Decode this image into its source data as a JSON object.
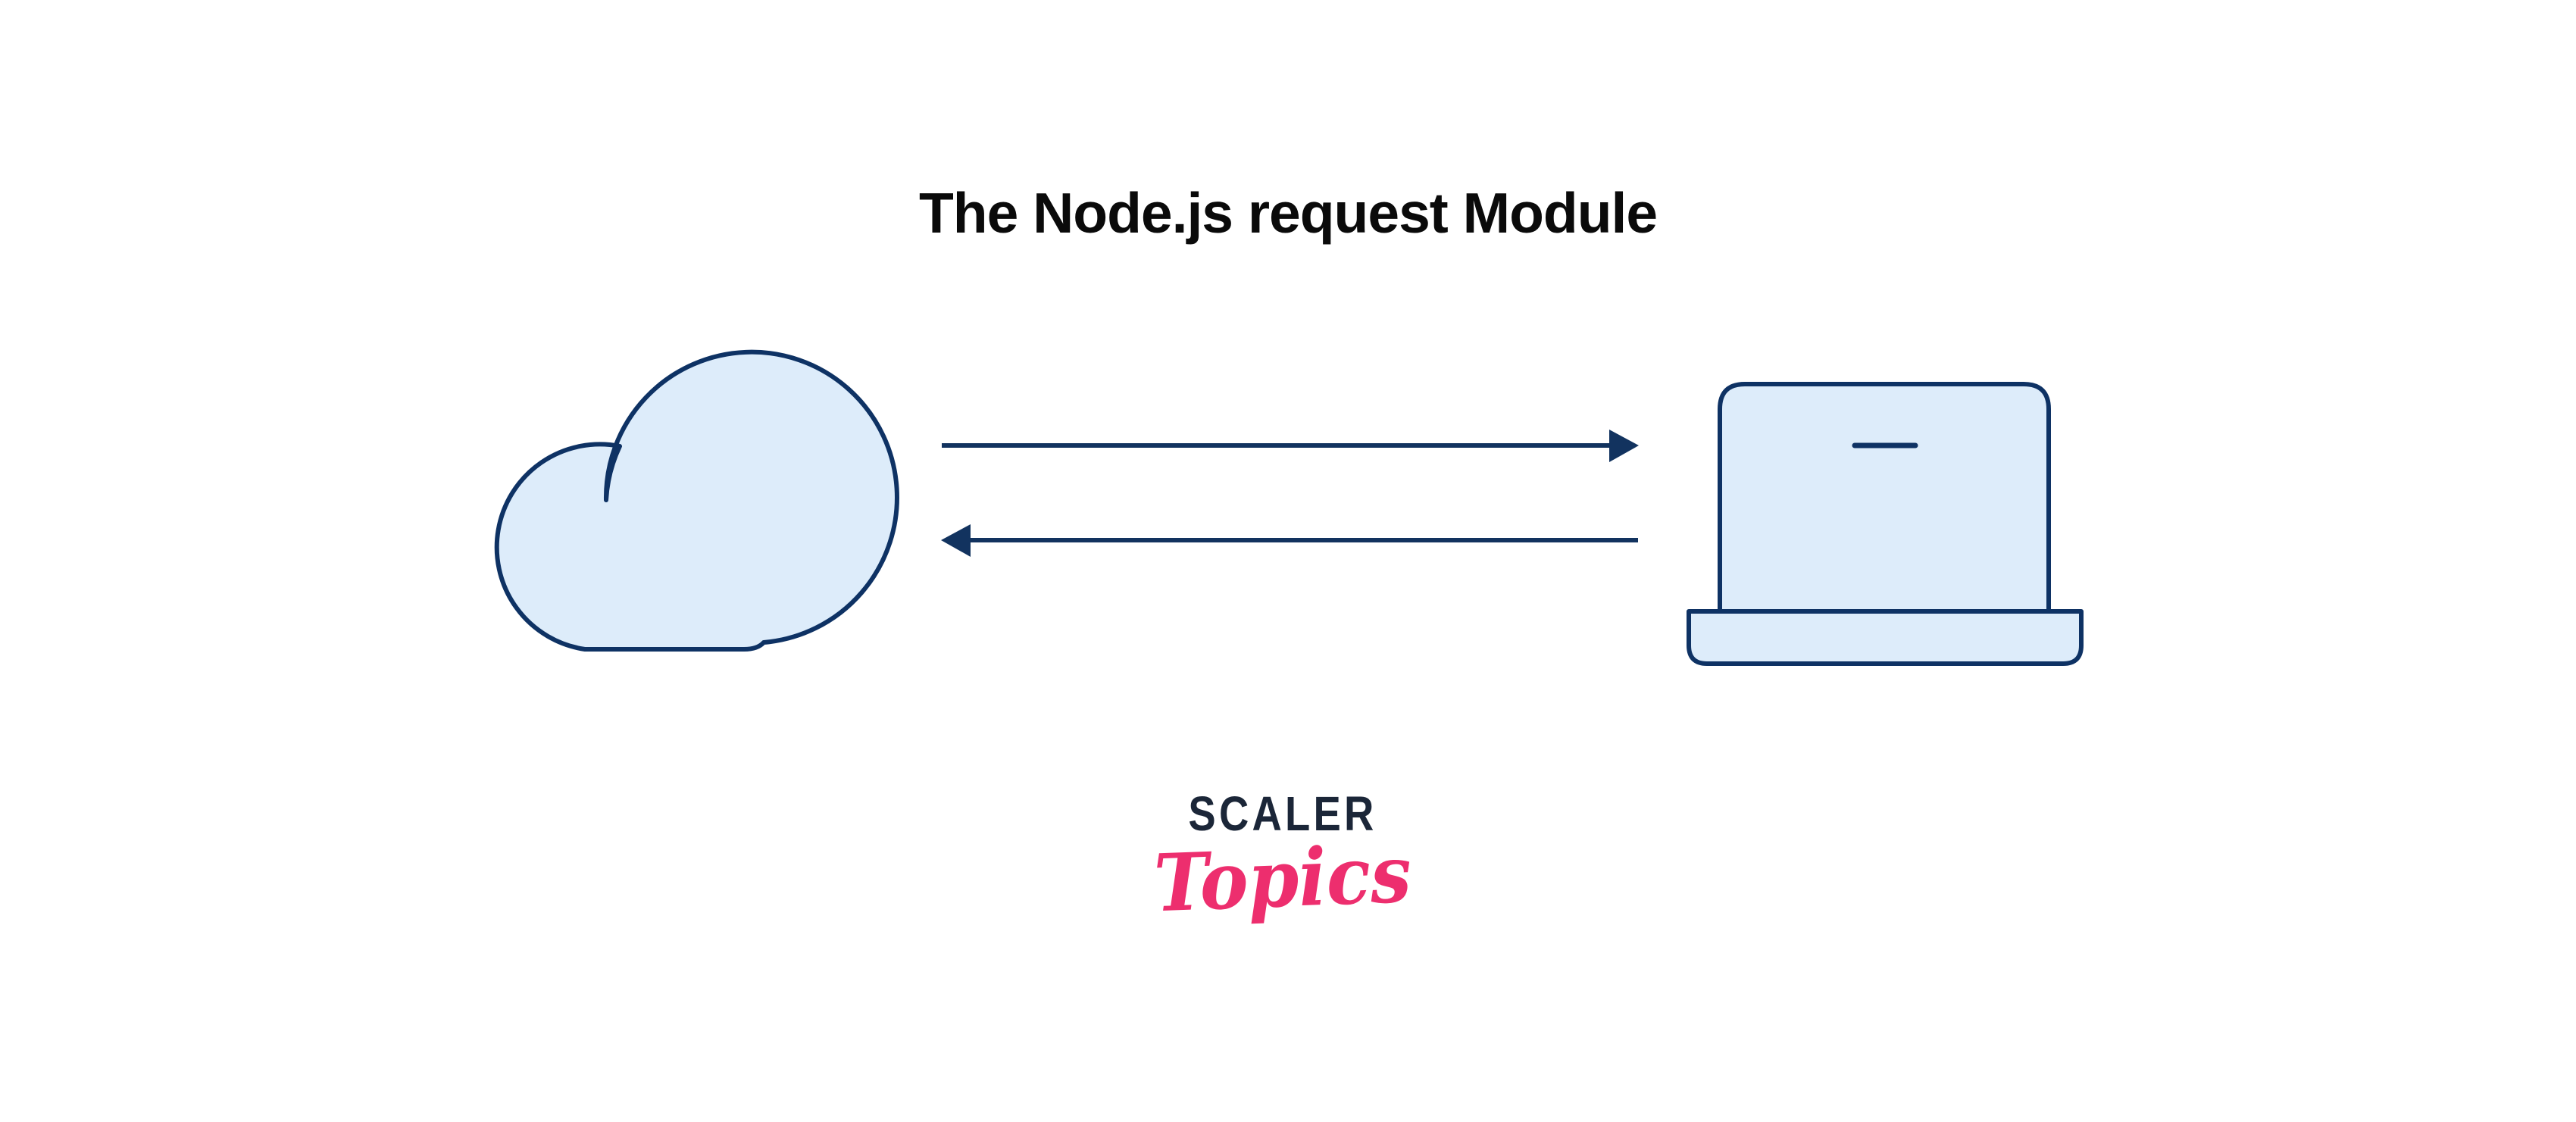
{
  "title": "The Node.js request Module",
  "diagram": {
    "left_node_icon": "cloud-icon",
    "right_node_icon": "laptop-icon",
    "arrows": [
      {
        "name": "request-arrow",
        "direction": "right",
        "from": "cloud",
        "to": "laptop"
      },
      {
        "name": "response-arrow",
        "direction": "left",
        "from": "laptop",
        "to": "cloud"
      }
    ]
  },
  "logo": {
    "wordmark": "SCALER",
    "sub_wordmark": "Topics"
  },
  "colors": {
    "background": "#ffffff",
    "title_text": "#0a0a0a",
    "shape_fill": "#ddecfa",
    "shape_stroke": "#0e3264",
    "arrow": "#12335f",
    "logo_dark": "#1b2638",
    "logo_pink": "#ed2e6e"
  }
}
